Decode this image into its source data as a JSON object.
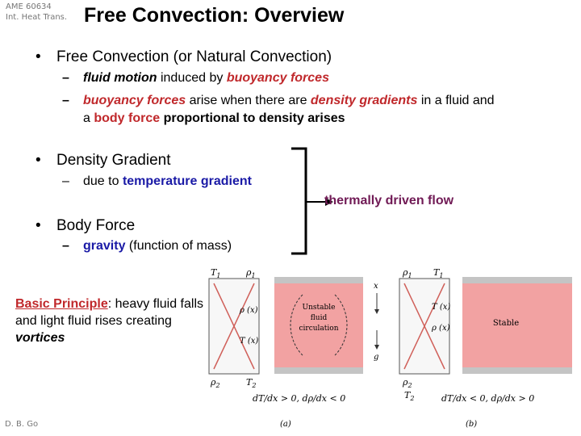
{
  "header": {
    "course_code": "AME 60634",
    "course_name": "Int. Heat Trans.",
    "title": "Free Convection: Overview"
  },
  "bullets": {
    "b1": {
      "text": "Free Convection (or Natural Convection)",
      "sub1": {
        "p1": "fluid motion",
        "p2": " induced by ",
        "p3": "buoyancy forces"
      },
      "sub2": {
        "p1": "buoyancy forces",
        "p2": " arise when there are ",
        "p3": "density gradients",
        "p4": " in a fluid and",
        "p5": "a ",
        "p6": "body force",
        "p7": " proportional to density arises"
      }
    },
    "b2": {
      "text": "Density Gradient",
      "sub_prefix": "due to ",
      "sub_highlight": "temperature gradient"
    },
    "b3": {
      "text": "Body Force",
      "sub_highlight": "gravity",
      "sub_suffix": " (function of mass)"
    }
  },
  "flow_label": "thermally driven flow",
  "principle": {
    "label": "Basic Principle",
    "t1": ": heavy fluid falls and light fluid rises creating ",
    "t2": "vortices"
  },
  "figure": {
    "a": {
      "T1": "T",
      "T1_sub": "1",
      "rho1": "ρ",
      "rho1_sub": "1",
      "rho_x": "ρ (x)",
      "T_x": "T (x)",
      "T2": "T",
      "T2_sub": "2",
      "rho2": "ρ",
      "rho2_sub": "2",
      "x_axis": "x",
      "g_arrow": "g",
      "box_label_1": "Unstable",
      "box_label_2": "fluid",
      "box_label_3": "circulation",
      "condition": "dT/dx > 0, dρ/dx < 0",
      "caption": "(a)"
    },
    "b": {
      "rho1": "ρ",
      "rho1_sub": "1",
      "T1": "T",
      "T1_sub": "1",
      "T_x": "T (x)",
      "rho_x": "ρ (x)",
      "rho2": "ρ",
      "rho2_sub": "2",
      "T2": "T",
      "T2_sub": "2",
      "box_label": "Stable",
      "condition": "dT/dx < 0, dρ/dx > 0",
      "caption": "(b)"
    },
    "colors": {
      "warm": "#f2a2a2",
      "cool": "#c4c4c4",
      "line": "#d0605a"
    }
  },
  "footer": {
    "author": "D. B. Go"
  }
}
